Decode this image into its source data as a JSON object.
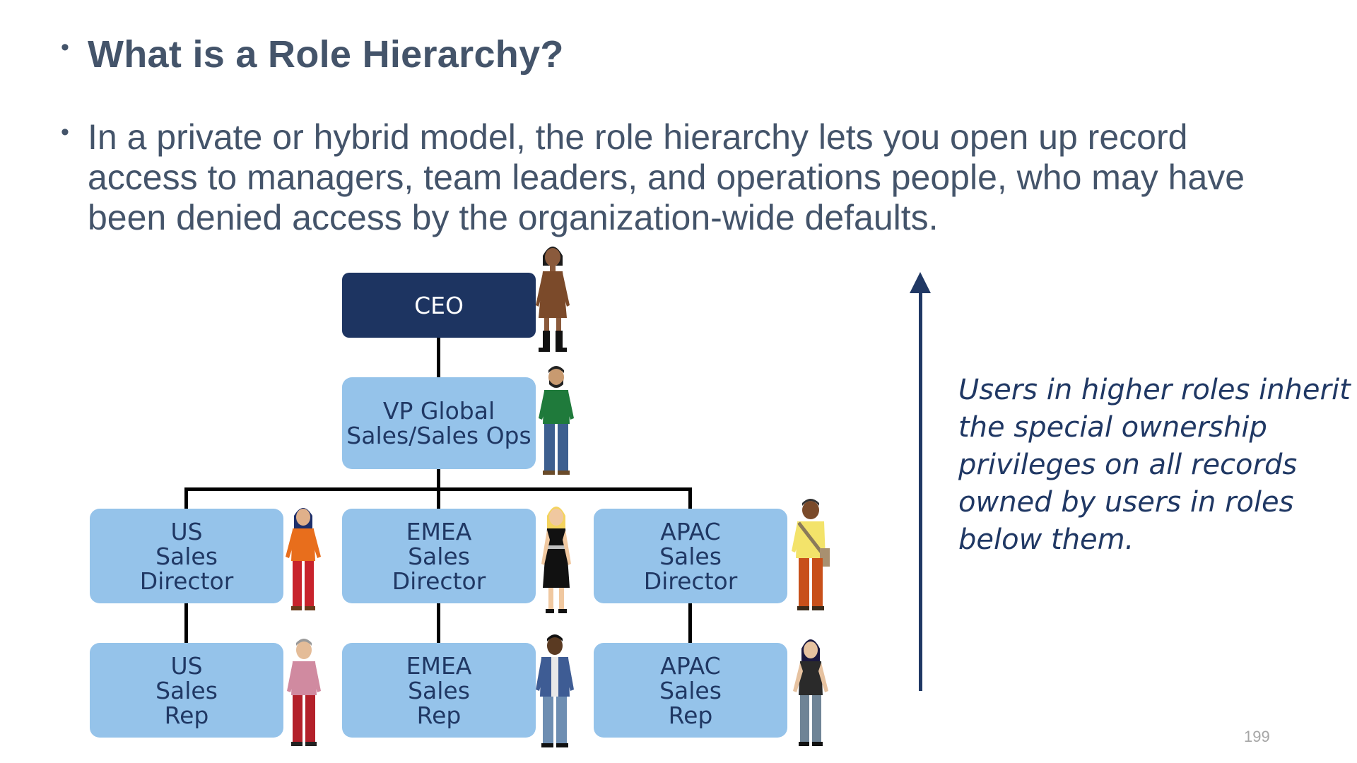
{
  "slide": {
    "heading": "What is a Role Hierarchy?",
    "body": "In a private or hybrid model, the role hierarchy lets you open up record access to managers, team leaders, and operations people, who may have been denied access by the organization-wide defaults.",
    "callout": "Users in higher roles inherit the special ownership privileges on all records owned by users in roles below them.",
    "page_number": "199"
  },
  "hierarchy": {
    "ceo": "CEO",
    "vp": "VP Global\nSales/Sales Ops",
    "us_director": "US\nSales\nDirector",
    "emea_director": "EMEA\nSales\nDirector",
    "apac_director": "APAC\nSales\nDirector",
    "us_rep": "US\nSales\nRep",
    "emea_rep": "EMEA\nSales\nRep",
    "apac_rep": "APAC\nSales\nRep"
  },
  "colors": {
    "ceo_box": "#1d3461",
    "role_box": "#95c3ea",
    "text_dark": "#44546a",
    "accent_navy": "#203864"
  },
  "icons": {
    "bullet": "bullet-dot",
    "arrow": "up-arrow-icon",
    "avatars": [
      "person-avatar-icon"
    ]
  }
}
